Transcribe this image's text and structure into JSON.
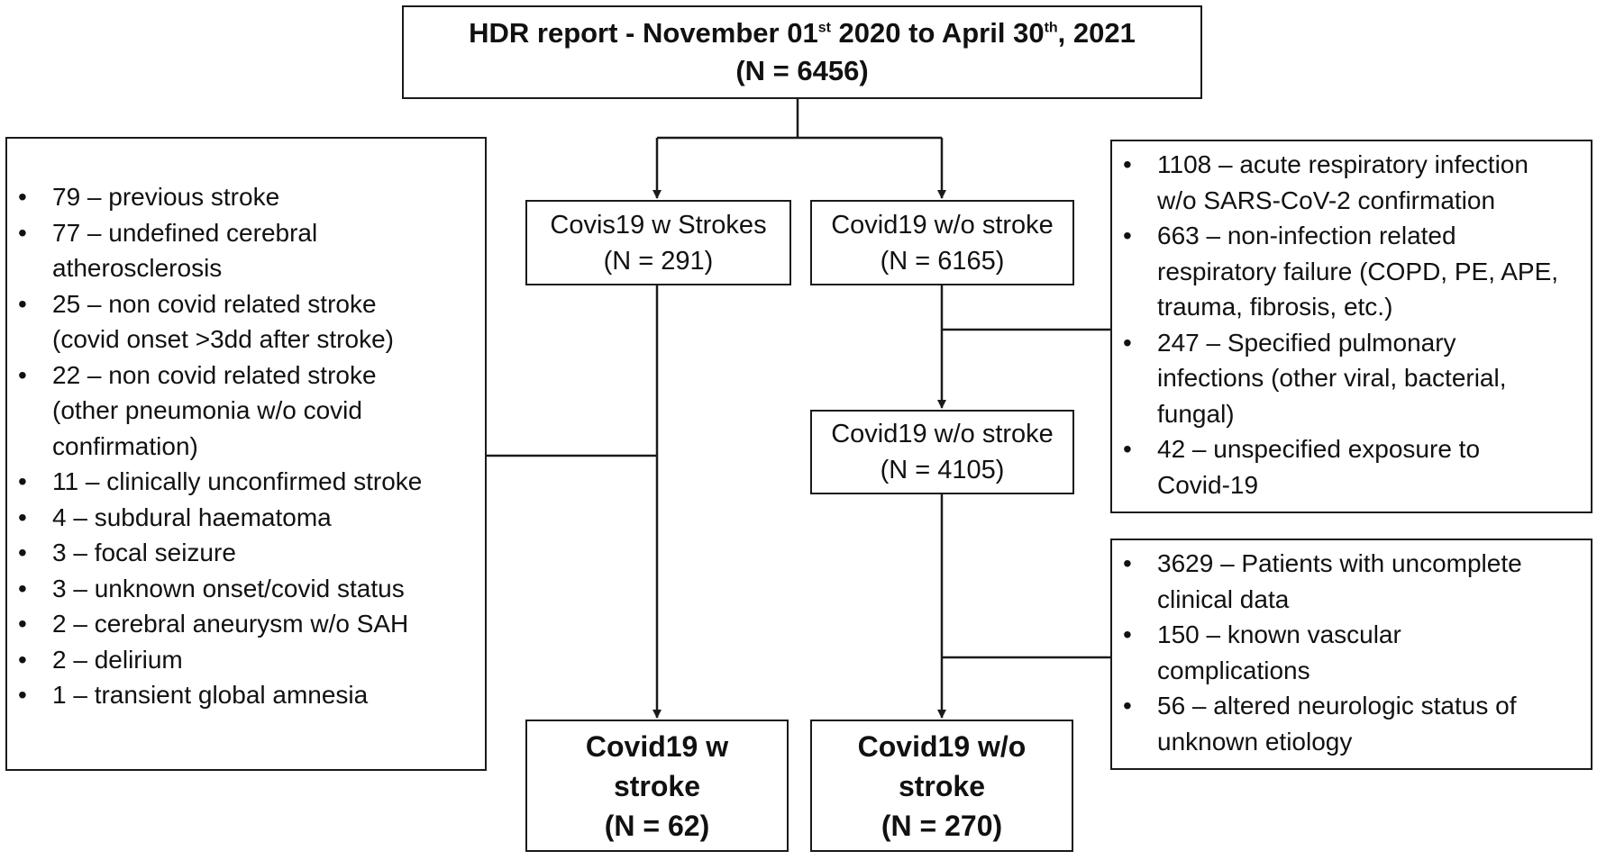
{
  "top_box": {
    "title_pre": "HDR report - November 01",
    "title_sup1": "st",
    "title_mid": " 2020 to April 30",
    "title_sup2": "th",
    "title_post": ", 2021",
    "count": "(N = 6456)"
  },
  "strokes_box": {
    "label": "Covis19 w Strokes",
    "count": "(N = 291)"
  },
  "no_stroke_box_1": {
    "label": "Covid19 w/o stroke",
    "count": "(N = 6165)"
  },
  "no_stroke_box_2": {
    "label": "Covid19 w/o stroke",
    "count": "(N = 4105)"
  },
  "final_stroke_box": {
    "line1": "Covid19 w",
    "line2": "stroke",
    "count": "(N = 62)"
  },
  "final_no_stroke_box": {
    "line1": "Covid19 w/o",
    "line2": "stroke",
    "count": "(N = 270)"
  },
  "left_exclusions": [
    [
      "79 – previous stroke"
    ],
    [
      "77 – undefined cerebral",
      "atherosclerosis"
    ],
    [
      "25 – non covid related stroke",
      "(covid onset >3dd after stroke)"
    ],
    [
      "22 – non covid related stroke",
      "(other pneumonia w/o covid",
      "confirmation)"
    ],
    [
      "11 – clinically unconfirmed stroke"
    ],
    [
      "4 – subdural haematoma"
    ],
    [
      "3 – focal seizure"
    ],
    [
      "3 – unknown onset/covid status"
    ],
    [
      "2 – cerebral aneurysm w/o SAH"
    ],
    [
      "2 – delirium"
    ],
    [
      "1 – transient global amnesia"
    ]
  ],
  "right_top_exclusions": [
    [
      "1108 – acute respiratory infection",
      "w/o SARS-CoV-2 confirmation"
    ],
    [
      "663 – non-infection related",
      "respiratory failure (COPD, PE, APE,",
      "trauma, fibrosis, etc.)"
    ],
    [
      "247 – Specified pulmonary",
      "infections (other viral, bacterial,",
      "fungal)"
    ],
    [
      "42 – unspecified exposure to",
      "Covid-19"
    ]
  ],
  "right_bottom_exclusions": [
    [
      "3629 – Patients with uncomplete",
      "clinical data"
    ],
    [
      "150 – known vascular",
      "complications"
    ],
    [
      "56 – altered neurologic status of",
      "unknown etiology"
    ]
  ],
  "colors": {
    "line": "#1a1a1a",
    "background": "#ffffff",
    "text": "#111111"
  }
}
